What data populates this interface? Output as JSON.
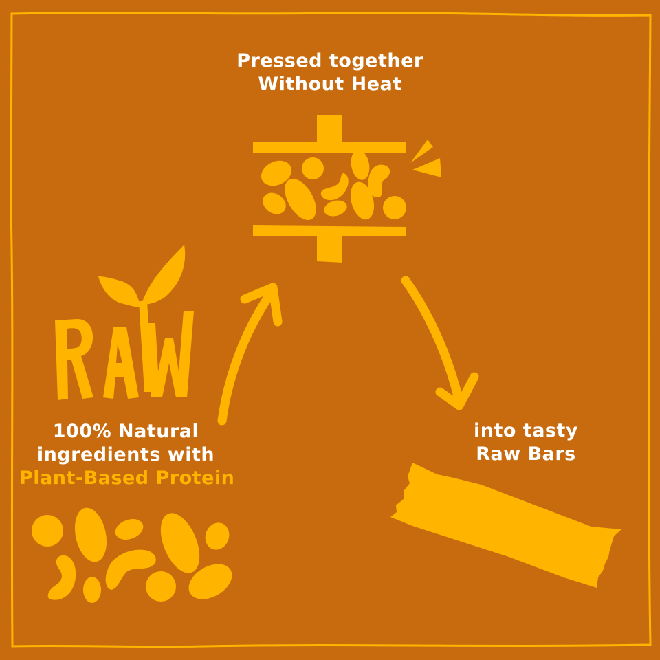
{
  "colors": {
    "background": "#C86B0E",
    "accent": "#FFB400",
    "text": "#FFFFFF"
  },
  "steps": [
    {
      "id": "raw-ingredients",
      "logo_text": "RAW",
      "lines": [
        "100% Natural",
        "ingredients with"
      ],
      "highlight": "Plant-Based Protein"
    },
    {
      "id": "pressed",
      "lines": [
        "Pressed together",
        "Without Heat"
      ]
    },
    {
      "id": "bars",
      "lines": [
        "into tasty",
        "Raw Bars"
      ]
    }
  ],
  "icons": {
    "logo": "raw-sprout-logo-icon",
    "nuts": "nuts-cluster-icon",
    "press": "press-icon",
    "bar": "raw-bar-icon",
    "arrow_up": "arrow-up-right-icon",
    "arrow_down": "arrow-down-right-icon"
  }
}
